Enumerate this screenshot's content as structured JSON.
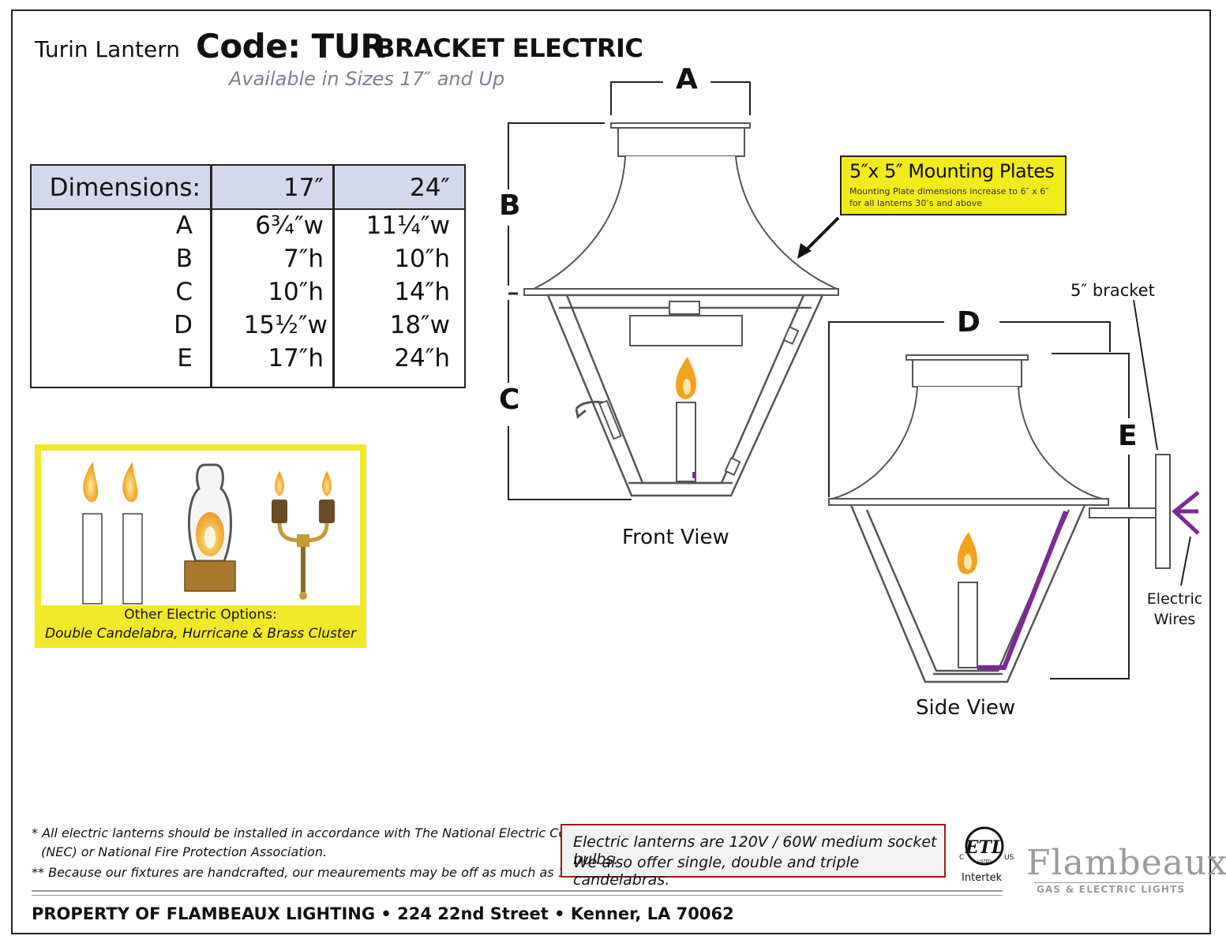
{
  "header": {
    "product_name": "Turin Lantern",
    "code": "Code: TUR",
    "type": "BRACKET ELECTRIC",
    "sizes_note": "Available in Sizes 17″ and Up"
  },
  "dimensions_table": {
    "columns": [
      "Dimensions:",
      "17″",
      "24″"
    ],
    "rows": [
      {
        "label": "A",
        "size17": "6¾″w",
        "size24": "11¼″w"
      },
      {
        "label": "B",
        "size17": "7″h",
        "size24": "10″h"
      },
      {
        "label": "C",
        "size17": "10″h",
        "size24": "14″h"
      },
      {
        "label": "D",
        "size17": "15½″w",
        "size24": "18″w"
      },
      {
        "label": "E",
        "size17": "17″h",
        "size24": "24″h"
      }
    ]
  },
  "options": {
    "title": "Other Electric Options:",
    "list": "Double Candelabra, Hurricane & Brass Cluster"
  },
  "front_view": {
    "label": "Front View",
    "letters": {
      "a": "A",
      "b": "B",
      "c": "C"
    }
  },
  "side_view": {
    "label": "Side View",
    "letters": {
      "d": "D",
      "e": "E"
    },
    "bracket_label": "5″ bracket",
    "wires_label_1": "Electric",
    "wires_label_2": "Wires"
  },
  "callout": {
    "title": "5″x 5″ Mounting Plates",
    "note_1": "Mounting Plate dimensions increase to 6″ x 6″",
    "note_2": "for all lanterns 30’s and above"
  },
  "footer": {
    "note_1a": "* All electric lanterns should be installed in accordance with The National Electric Code",
    "note_1b": "(NEC) or National Fire Protection Association.",
    "note_2": "** Because our fixtures are handcrafted, our meaurements may be off as much as 1″.",
    "voltage_1": "Electric lanterns are 120V / 60W medium socket bulbs.",
    "voltage_2": "We also offer single, double and triple candelabras.",
    "cert_mark": "ETL",
    "cert_c": "C",
    "cert_us": "US",
    "cert_listed": "LISTED",
    "cert_label": "Intertek",
    "brand": "Flambeaux",
    "tagline": "GAS & ELECTRIC LIGHTS",
    "property": "PROPERTY OF FLAMBEAUX LIGHTING • 224 22nd Street • Kenner, LA 70062"
  },
  "colors": {
    "header_fill": "#d5d8ec",
    "callout_yellow": "#f3ea1c",
    "wire_purple": "#7b2a96",
    "flame": "#f4a21d",
    "voltage_border": "#9b1b1b"
  }
}
